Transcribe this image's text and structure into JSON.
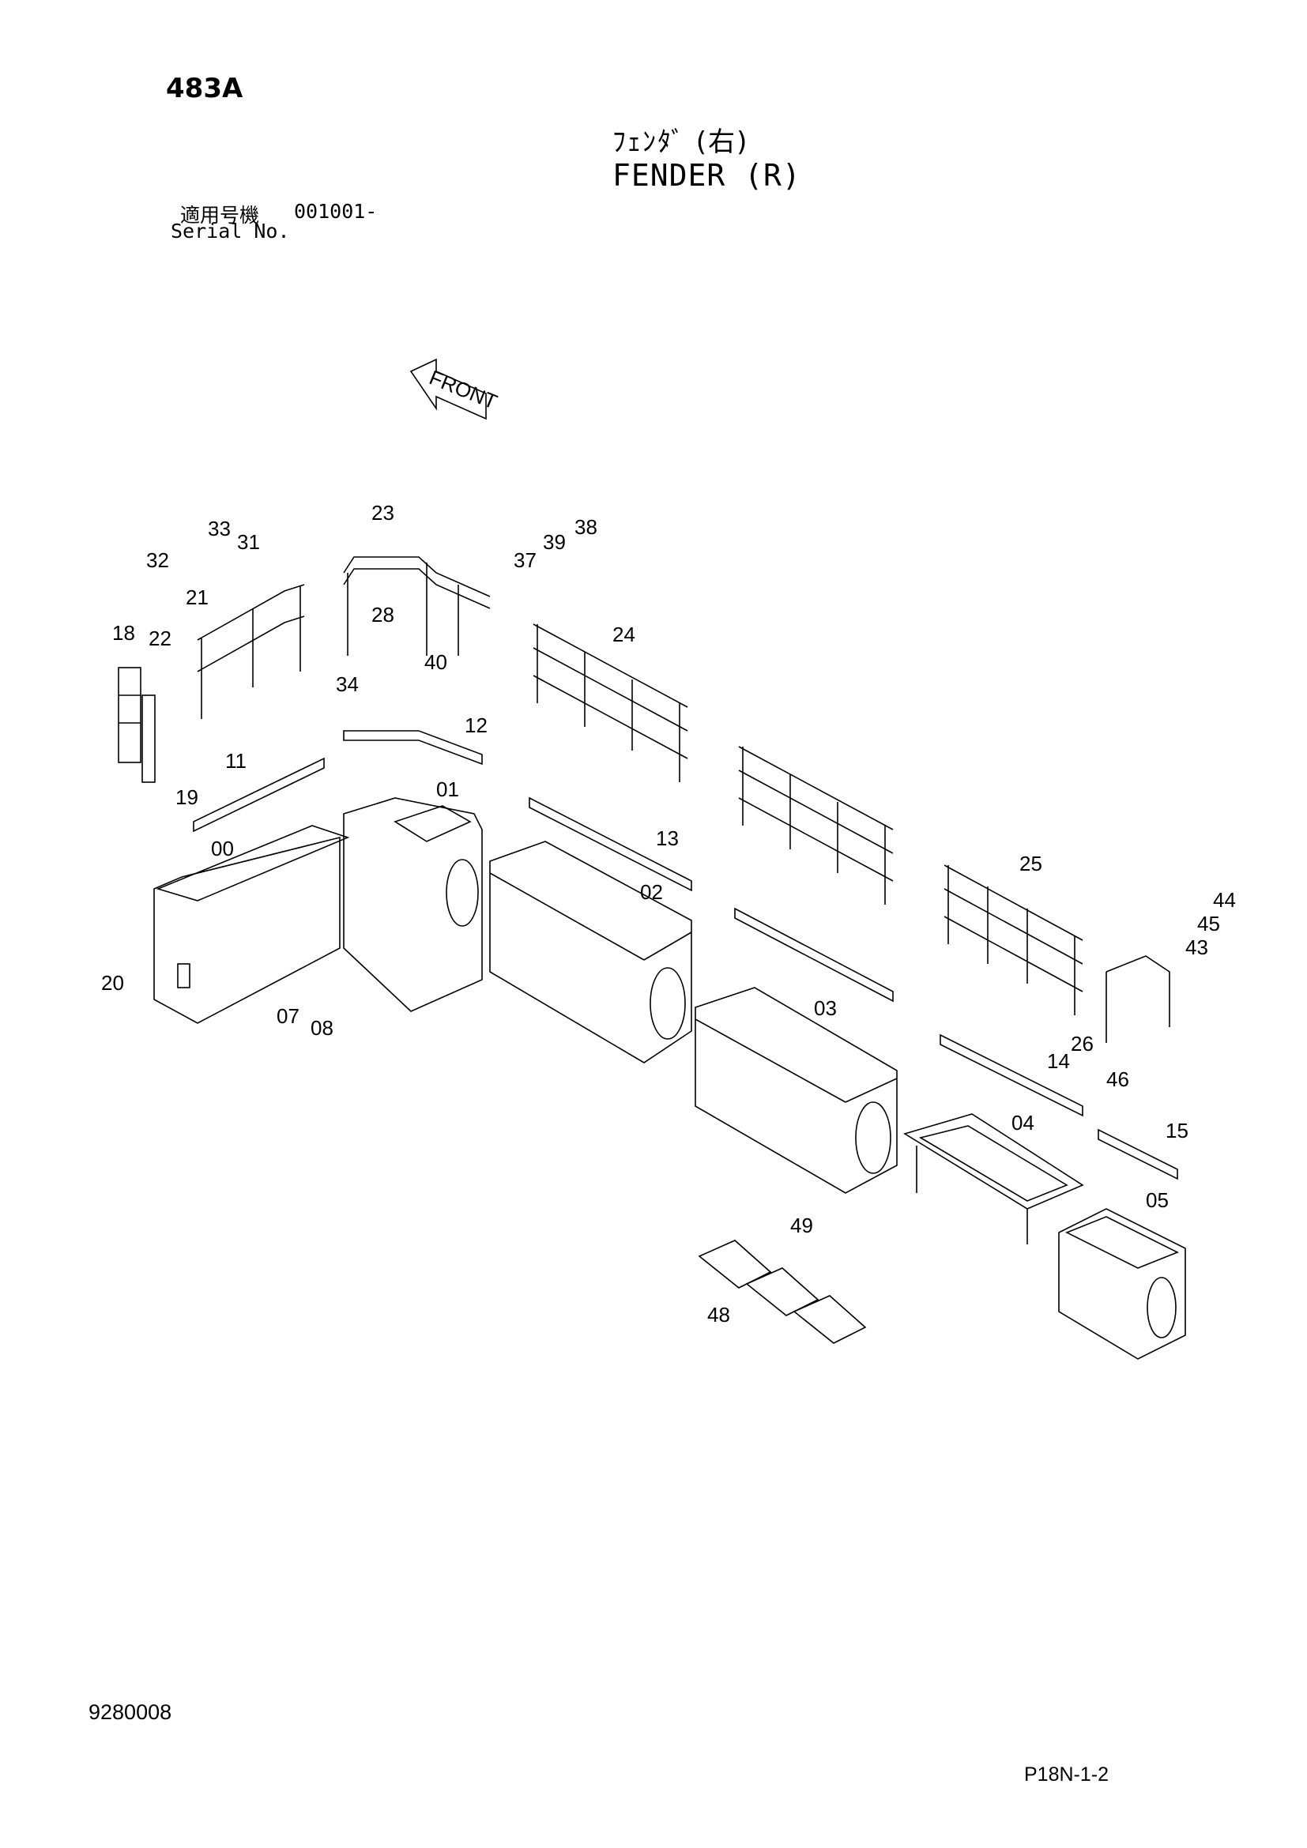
{
  "header": {
    "page_code": "483A",
    "title_jp": "ﾌｪﾝﾀﾞ (右)",
    "title_en": "FENDER (R)",
    "serial_label_jp": "適用号機",
    "serial_label_en": "Serial No.",
    "serial_value": "001001-"
  },
  "front_indicator": "FRONT",
  "callouts": [
    "00",
    "01",
    "02",
    "03",
    "04",
    "05",
    "07",
    "08",
    "11",
    "12",
    "13",
    "14",
    "15",
    "18",
    "19",
    "20",
    "21",
    "22",
    "23",
    "24",
    "25",
    "26",
    "28",
    "31",
    "32",
    "33",
    "34",
    "37",
    "38",
    "39",
    "40",
    "43",
    "44",
    "45",
    "46",
    "48",
    "49"
  ],
  "footer": {
    "doc_number": "9280008",
    "page_ref": "P18N-1-2"
  }
}
